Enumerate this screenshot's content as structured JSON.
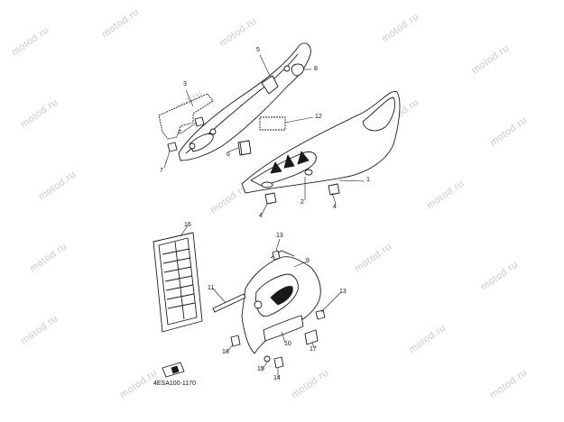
{
  "watermark": "motod.ru",
  "reference_code": "4ESA100-1170",
  "callouts": {
    "c1": "1",
    "c2": "2",
    "c3": "3",
    "c4a": "4",
    "c4b": "4",
    "c5": "5",
    "c6": "6",
    "c7a": "7",
    "c7b": "7",
    "c8": "8",
    "c9": "9",
    "c10": "10",
    "c11": "11",
    "c12": "12",
    "c13a": "13",
    "c13b": "13",
    "c14": "14",
    "c15": "15",
    "c16": "16",
    "c17": "17",
    "c18": "18"
  },
  "colors": {
    "line": "#1a1a1a",
    "fill": "#ffffff",
    "shade": "#d9d9d9",
    "watermark": "#c9c9c9"
  }
}
